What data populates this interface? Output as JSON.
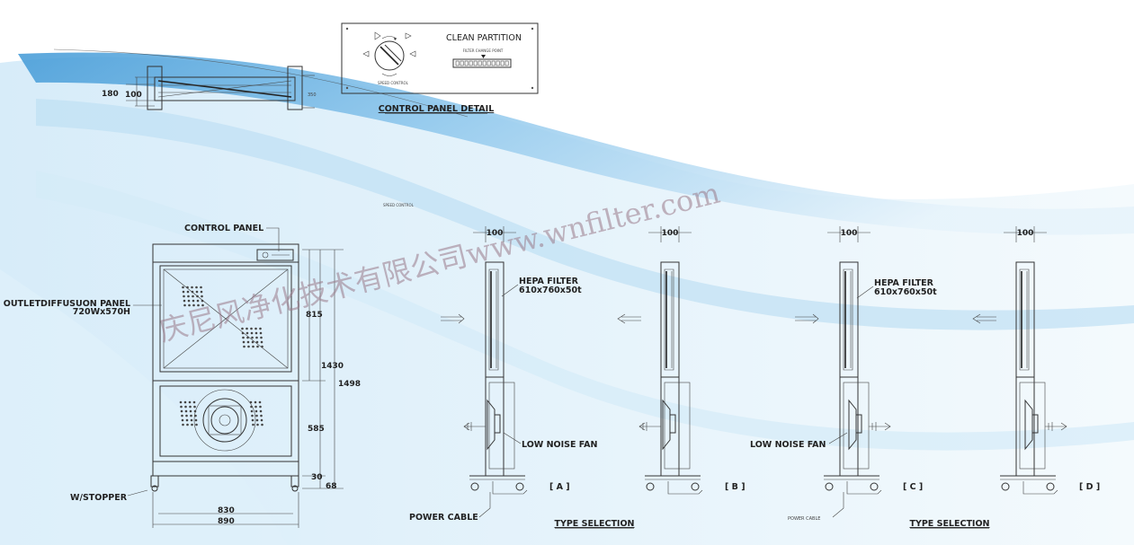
{
  "control_panel_detail": {
    "title": "CLEAN PARTITION",
    "indicator_label": "FILTER CHANGE POINT",
    "speed_label": "SPEED CONTROL",
    "caption": "CONTROL PANEL DETAIL"
  },
  "top_view": {
    "dim_outer": "180",
    "dim_inner": "100",
    "dim_right": "350"
  },
  "front_view": {
    "control_panel": "CONTROL PANEL",
    "outlet_panel": "OUTLETDIFFUSUON PANEL",
    "outlet_size": "720Wx570H",
    "stopper": "W/STOPPER",
    "dim_upper": "815",
    "dim_mid": "1430",
    "dim_total": "1498",
    "dim_lower": "585",
    "dim_base_a": "30",
    "dim_base_b": "68",
    "dim_width_inner": "830",
    "dim_width_outer": "890",
    "speed_text": "SPEED CONTROL"
  },
  "side_views": {
    "width_dim": "100",
    "hepa_label": "HEPA FILTER",
    "hepa_size": "610x760x50t",
    "fan_label": "LOW NOISE FAN",
    "power_cable": "POWER CABLE",
    "power_cable_small": "POWER CABLE",
    "type_selection": "TYPE SELECTION",
    "types": [
      "[ A ]",
      "[ B ]",
      "[ C ]",
      "[ D ]"
    ]
  },
  "watermark": {
    "text": "庆尼风净化技术有限公司www.wnfilter.com"
  },
  "colors": {
    "band_light": "#e3f2fb",
    "band_mid": "#a9d4ef",
    "band_deep": "#5aa9dc",
    "line": "#333333"
  }
}
